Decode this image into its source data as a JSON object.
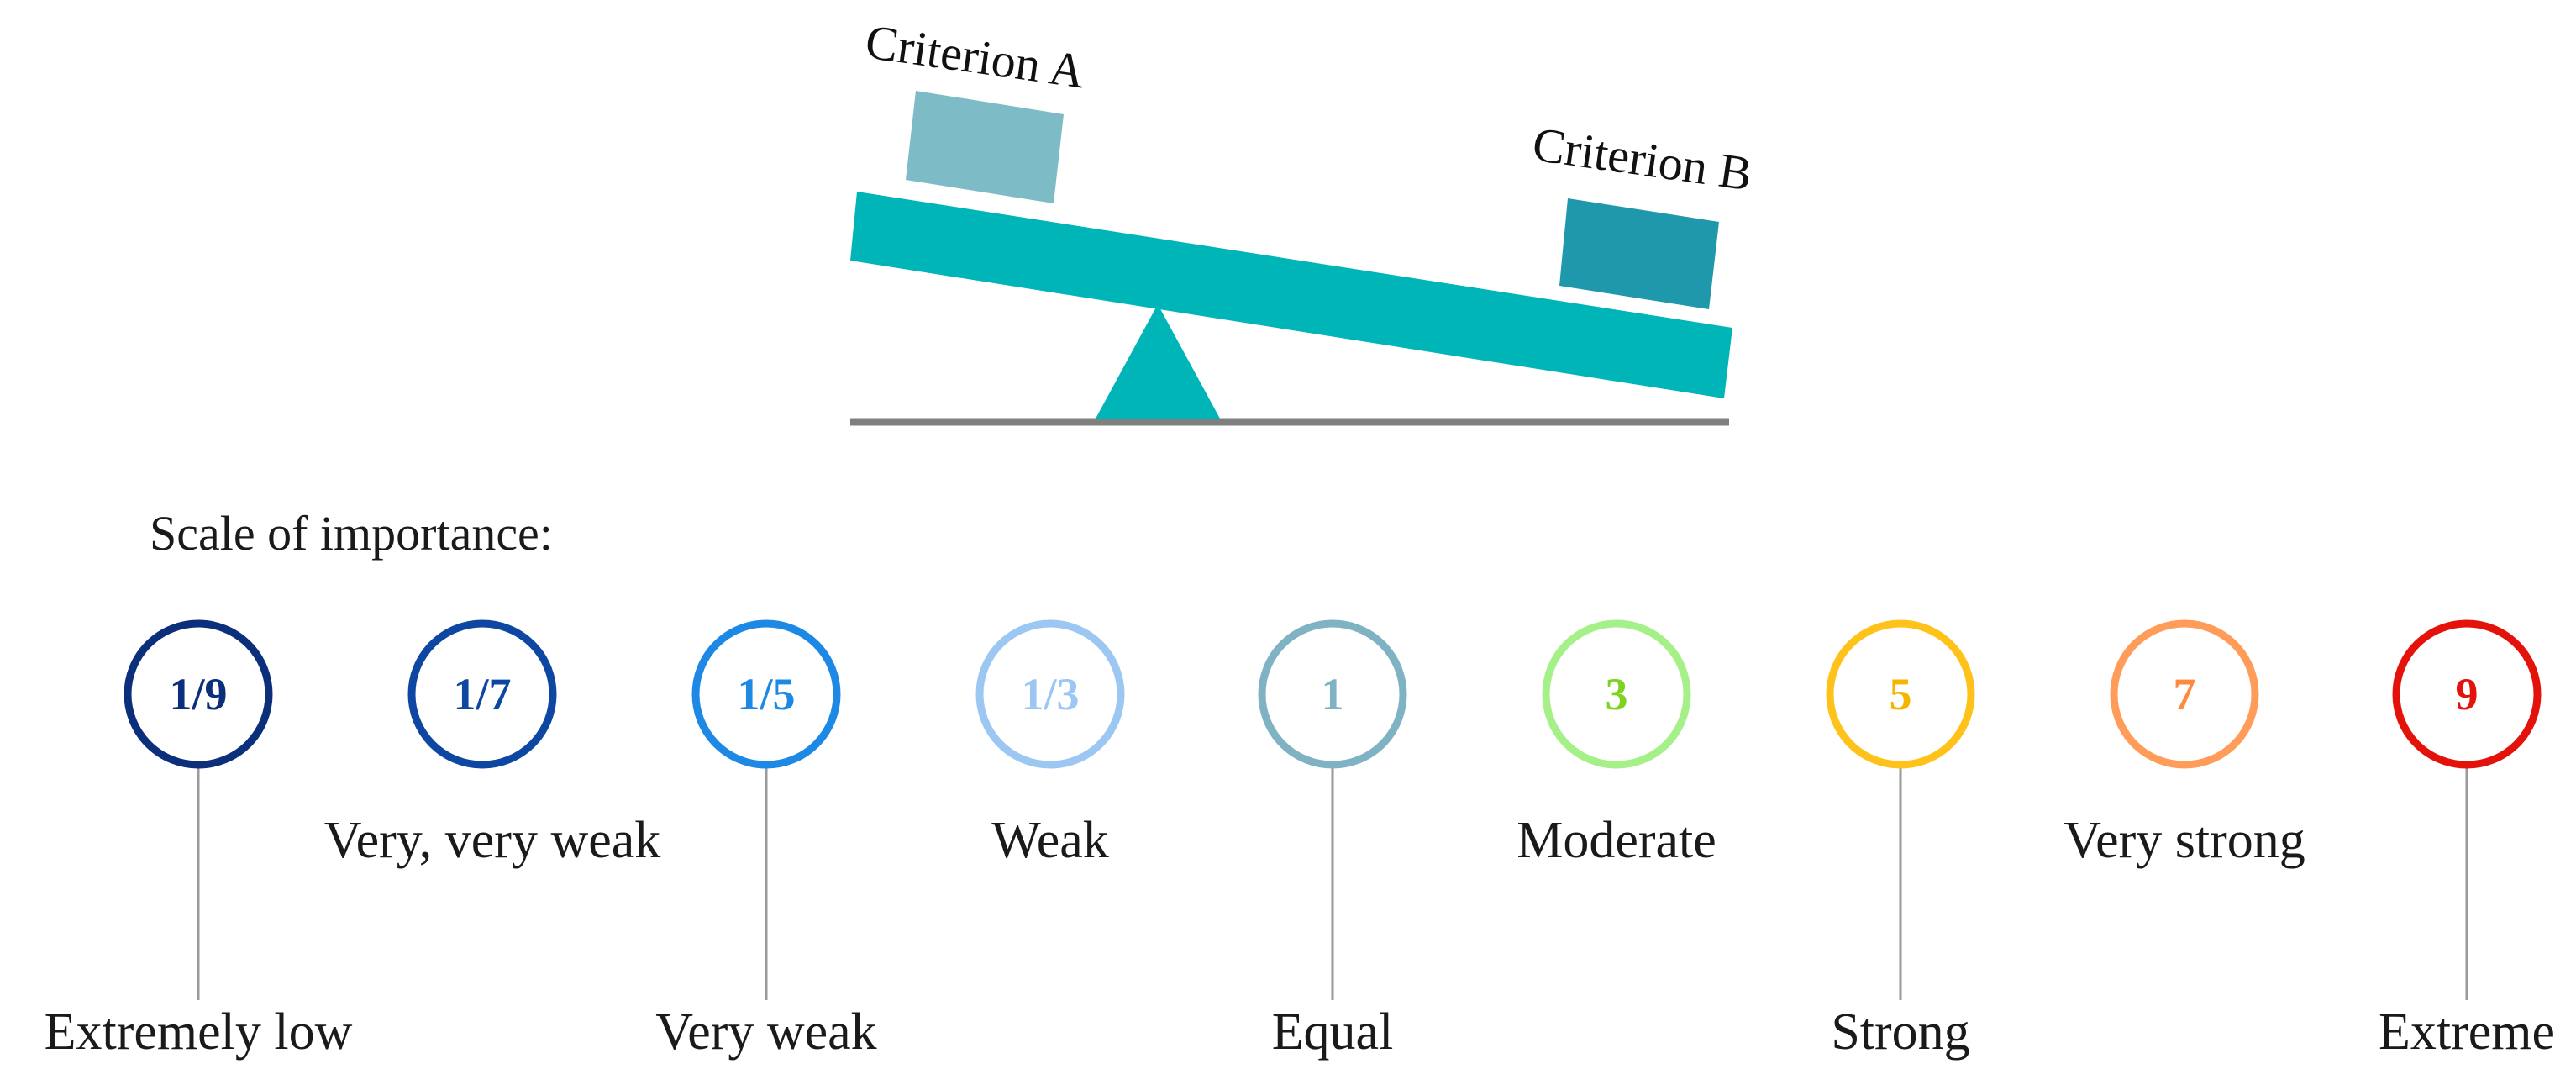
{
  "balance": {
    "criterion_a": "Criterion A",
    "criterion_b": "Criterion B",
    "colors": {
      "beam": "#00B5B8",
      "fulcrum": "#00B5B8",
      "ground": "#7f7f7f",
      "box_a": "#7DBBC6",
      "box_b": "#1E98AA"
    }
  },
  "scale": {
    "title": "Scale of importance:",
    "nodes": [
      {
        "value": "1/9",
        "color": "#0B2F7A"
      },
      {
        "value": "1/7",
        "color": "#0D47A1"
      },
      {
        "value": "1/5",
        "color": "#1E88E5"
      },
      {
        "value": "1/3",
        "color": "#9CC7F2"
      },
      {
        "value": "1",
        "color": "#7FB3C4"
      },
      {
        "value": "3",
        "color": "#7ED321",
        "ring": "#A6F08A"
      },
      {
        "value": "5",
        "color": "#F4B400",
        "ring": "#FFC21A"
      },
      {
        "value": "7",
        "color": "#FF8A3D",
        "ring": "#FF9C5A"
      },
      {
        "value": "9",
        "color": "#E3120B"
      }
    ],
    "descriptions": [
      {
        "text": "Extremely low",
        "row": "bottom",
        "node": 0
      },
      {
        "text": "Very, very weak",
        "row": "middle",
        "between": [
          0,
          2
        ]
      },
      {
        "text": "Very weak",
        "row": "bottom",
        "node": 2
      },
      {
        "text": "Weak",
        "row": "middle",
        "node": 3
      },
      {
        "text": "Equal",
        "row": "bottom",
        "node": 4
      },
      {
        "text": "Moderate",
        "row": "middle",
        "node": 5
      },
      {
        "text": "Strong",
        "row": "bottom",
        "node": 6
      },
      {
        "text": "Very strong",
        "row": "middle",
        "node": 7
      },
      {
        "text": "Extreme",
        "row": "bottom",
        "node": 8
      }
    ]
  }
}
